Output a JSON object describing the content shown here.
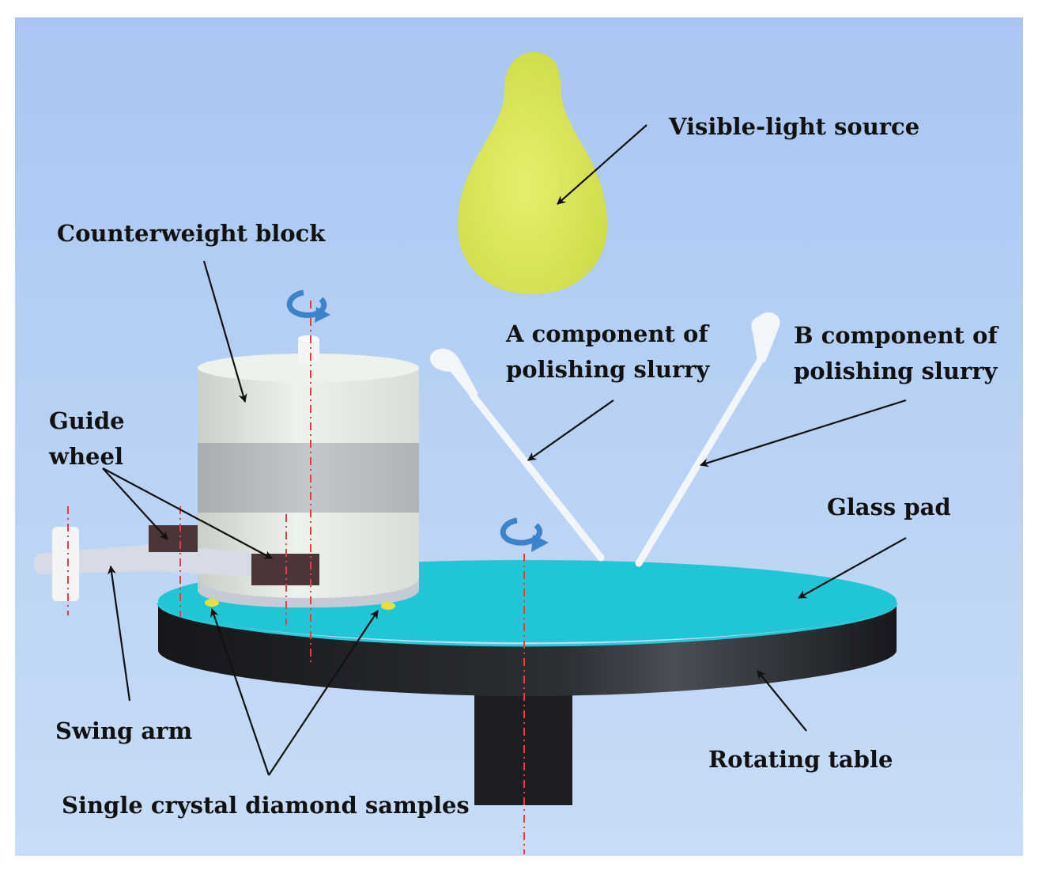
{
  "labels": {
    "light_source": "Visible-light source",
    "counterweight": "Counterweight block",
    "slurry_a": [
      "A component of",
      "polishing slurry"
    ],
    "slurry_b": [
      "B component of",
      "polishing slurry"
    ],
    "guide_wheel": [
      "Guide",
      "wheel"
    ],
    "glass_pad": "Glass pad",
    "swing_arm": "Swing arm",
    "rotating_table": "Rotating table",
    "diamond_samples": "Single crystal diamond samples"
  },
  "colors": {
    "background_top": "#a9c6f2",
    "background_bottom": "#c8dcf7",
    "bulb": "#dbe85a",
    "glass_pad": "#21c6d6",
    "table": "#1b1d21",
    "block_light": "#e2e8e0",
    "block_band": "#b6bcc0",
    "arrow": "#111111",
    "rotation_arrow": "#3d83c9",
    "axis_line": "#d64545",
    "diamond_sample": "#e3e13a"
  }
}
